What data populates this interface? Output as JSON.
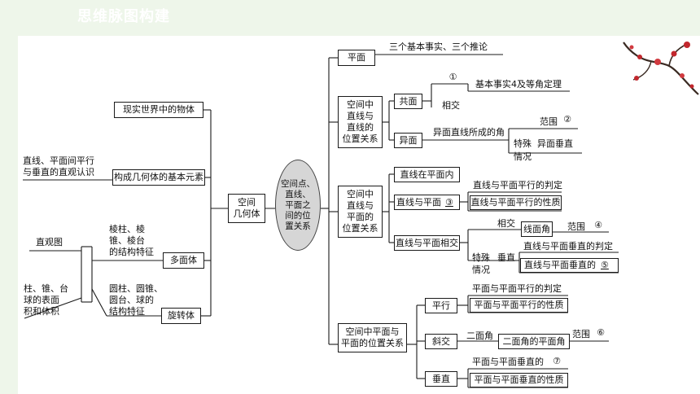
{
  "title": "思维脉图构建",
  "center": "空间点、\n直线、\n平面之\n间的位\n置关系",
  "left": {
    "solid": "空间\n几何体",
    "real": "现实世界中的物体",
    "intuition": "直线、平面间平行\n与垂直的直观认识",
    "basic": "构成几何体的基本元素",
    "prism_feat": "棱柱、棱\n锥、棱台\n的结构特征",
    "polyhedron": "多面体",
    "intuitive_graph": "直观图",
    "volume": "柱、锥、台\n球的表面\n积和体积",
    "cyl_feat": "圆柱、圆锥、\n圆台、球的\n结构特征",
    "rotation": "旋转体"
  },
  "right": {
    "plane": "平面",
    "plane_desc": "三个基本事实、三个推论",
    "ll": "空间中\n直线与\n直线的\n位置关系",
    "coplanar": "共面",
    "blank1": "①",
    "axiom4": "基本事实4及等角定理",
    "intersect": "相交",
    "skew": "异面",
    "skew_angle": "异面直线所成的角",
    "range2": "范围",
    "blank2": "②",
    "special_perp": "特殊  异面垂直",
    "case": "情况",
    "lp": "空间中\n直线与\n平面的\n位置关系",
    "line_in": "直线在平面内",
    "line_par": "直线与平面",
    "blank3": "③",
    "lp_par_judge": "直线与平面平行的判定",
    "lp_par_prop": "直线与平面平行的性质",
    "line_inter": "直线与平面相交",
    "inter2": "相交",
    "line_angle": "线面角",
    "range4": "范围",
    "blank4": "④",
    "special2": "特殊",
    "perp2": "垂直",
    "case2": "情况",
    "lp_perp_judge": "直线与平面垂直的判定",
    "lp_perp_prop": "直线与平面垂直的",
    "blank5": "⑤",
    "pp": "空间中平面与\n平面的位置关系",
    "parallel": "平行",
    "pp_par_judge": "平面与平面平行的判定",
    "pp_par_prop": "平面与平面平行的性质",
    "oblique": "斜交",
    "dihedral": "二面角",
    "dihedral_plane": "二面角的平面角",
    "range6": "范围",
    "blank6": "⑥",
    "vertical": "垂直",
    "pp_perp": "平面与平面垂直的",
    "blank7": "⑦",
    "pp_perp_prop": "平面与平面垂直的性质"
  },
  "colors": {
    "bg": "#eef6ea",
    "paper": "#ffffff",
    "ellipse": "#d6d6d6",
    "line": "#1a1a1a",
    "title": "#ffffff"
  }
}
